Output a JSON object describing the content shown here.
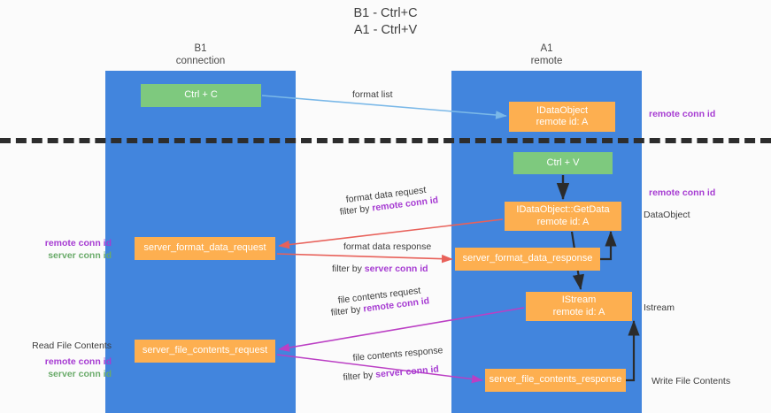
{
  "title": {
    "line1": "B1 - Ctrl+C",
    "line2": "A1 - Ctrl+V"
  },
  "lanes": [
    {
      "id": "b1",
      "name": "B1",
      "sub": "connection"
    },
    {
      "id": "a1",
      "name": "A1",
      "sub": "remote"
    }
  ],
  "boxes": {
    "ctrl_c": {
      "label": "Ctrl + C",
      "color": "#7ec97e"
    },
    "idataobject": {
      "label": "IDataObject",
      "sub": "remote id: A",
      "color": "#fdaf50"
    },
    "ctrl_v": {
      "label": "Ctrl + V",
      "color": "#7ec97e"
    },
    "getdata": {
      "label": "IDataObject::GetData",
      "sub": "remote id: A",
      "color": "#fdaf50"
    },
    "server_format_data_request": {
      "label": "server_format_data_request",
      "color": "#fdaf50"
    },
    "server_format_data_response": {
      "label": "server_format_data_response",
      "color": "#fdaf50"
    },
    "istream": {
      "label": "IStream",
      "sub": "remote id: A",
      "color": "#fdaf50"
    },
    "server_file_contents_request": {
      "label": "server_file_contents_request",
      "color": "#fdaf50"
    },
    "server_file_contents_response": {
      "label": "server_file_contents_response",
      "color": "#fdaf50"
    }
  },
  "arrow_labels": {
    "format_list": "format list",
    "format_data_request": "format data request",
    "format_data_request_filter_prefix": "filter by ",
    "format_data_request_filter_key": "remote conn id",
    "format_data_response": "format data response",
    "format_data_response_filter_prefix": "filter by ",
    "format_data_response_filter_key": "server conn id",
    "file_contents_request": "file contents request",
    "file_contents_request_filter_prefix": "filter by ",
    "file_contents_request_filter_key": "remote conn id",
    "file_contents_response": "file contents response",
    "file_contents_response_filter_prefix": "filter by ",
    "file_contents_response_filter_key": "server conn id"
  },
  "annotations": {
    "right_remote_conn_id_top": "remote conn id",
    "right_remote_conn_id_mid": "remote conn id",
    "right_dataobject": "DataObject",
    "right_istream": "Istream",
    "right_write_file_contents": "Write File Contents",
    "left_remote_conn_id": "remote conn id",
    "left_server_conn_id": "server conn id",
    "left_read_file_contents": "Read File Contents",
    "left_remote_conn_id_2": "remote conn id",
    "left_server_conn_id_2": "server conn id"
  },
  "colors": {
    "lane": "#4285dd",
    "green_box": "#7ec97e",
    "orange_box": "#fdaf50",
    "purple_text": "#a63bd2",
    "green_text": "#6aab6a",
    "red_arrow": "#e8615a",
    "blue_arrow": "#7ab8e8",
    "magenta_arrow": "#bb3fc4",
    "divider": "#2d2d2d",
    "background": "#fbfbfb"
  }
}
